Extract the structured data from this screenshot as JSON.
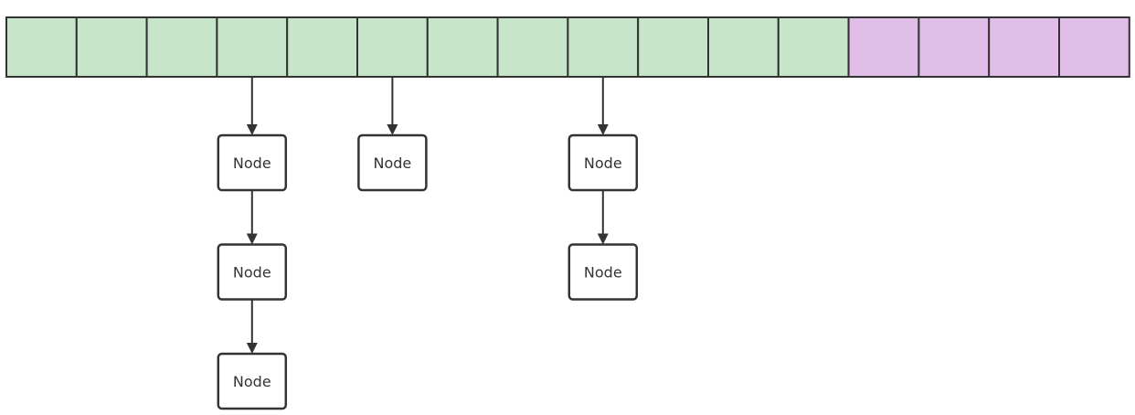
{
  "bucket_array": {
    "cells": [
      {
        "state": "used"
      },
      {
        "state": "used"
      },
      {
        "state": "used"
      },
      {
        "state": "used"
      },
      {
        "state": "used"
      },
      {
        "state": "used"
      },
      {
        "state": "used"
      },
      {
        "state": "used"
      },
      {
        "state": "used"
      },
      {
        "state": "used"
      },
      {
        "state": "used"
      },
      {
        "state": "used"
      },
      {
        "state": "free"
      },
      {
        "state": "free"
      },
      {
        "state": "free"
      },
      {
        "state": "free"
      }
    ]
  },
  "chains": [
    {
      "bucket_index": 3,
      "nodes": [
        {
          "label": "Node"
        },
        {
          "label": "Node"
        },
        {
          "label": "Node"
        }
      ]
    },
    {
      "bucket_index": 5,
      "nodes": [
        {
          "label": "Node"
        }
      ]
    },
    {
      "bucket_index": 8,
      "nodes": [
        {
          "label": "Node"
        },
        {
          "label": "Node"
        }
      ]
    }
  ],
  "colors": {
    "used_cell": "#c6e5c9",
    "free_cell": "#e1bee8",
    "stroke": "#333333",
    "node_fill": "#ffffff"
  }
}
